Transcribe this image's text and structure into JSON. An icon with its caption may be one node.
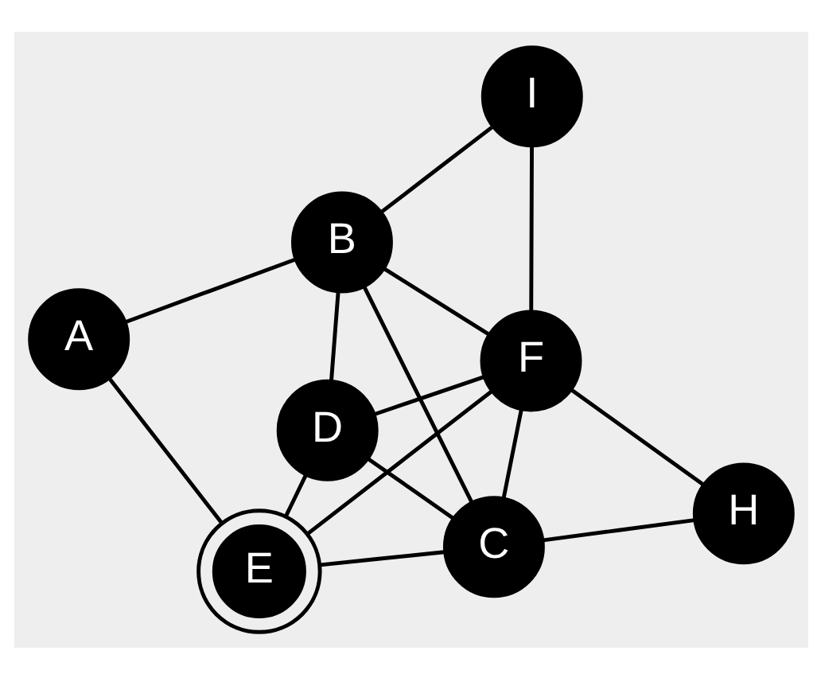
{
  "diagram": {
    "nodes": [
      {
        "text": [
          "A"
        ]
      },
      {
        "text": [
          "B"
        ]
      },
      {
        "text": [
          "C"
        ]
      },
      {
        "text": [
          "D"
        ]
      },
      {
        "text": [
          "E"
        ]
      },
      {
        "text": [
          "I"
        ]
      },
      {
        "text": [
          "F"
        ]
      },
      {
        "text": [
          "H"
        ]
      }
    ],
    "edges": [
      {
        "from": 0,
        "to": 1,
        "arrow": "none"
      },
      {
        "from": 0,
        "to": 4,
        "arrow": "none"
      },
      {
        "from": 2,
        "to": 1,
        "arrow": "none"
      },
      {
        "from": 3,
        "to": 1,
        "arrow": "none"
      },
      {
        "from": 6,
        "to": 1,
        "arrow": "none"
      },
      {
        "from": 5,
        "to": 1,
        "arrow": "none"
      },
      {
        "from": 2,
        "to": 3,
        "arrow": "none"
      },
      {
        "from": 2,
        "to": 4,
        "arrow": "none"
      },
      {
        "from": 2,
        "to": 6,
        "arrow": "none"
      },
      {
        "from": 2,
        "to": 7,
        "arrow": "none"
      },
      {
        "from": 4,
        "to": 3,
        "arrow": "none"
      },
      {
        "from": 3,
        "to": 6,
        "arrow": "none"
      },
      {
        "from": 4,
        "to": 6,
        "arrow": "none"
      },
      {
        "from": 6,
        "to": 5,
        "arrow": "none"
      },
      {
        "from": 6,
        "to": 7,
        "arrow": "none"
      }
    ]
  }
}
